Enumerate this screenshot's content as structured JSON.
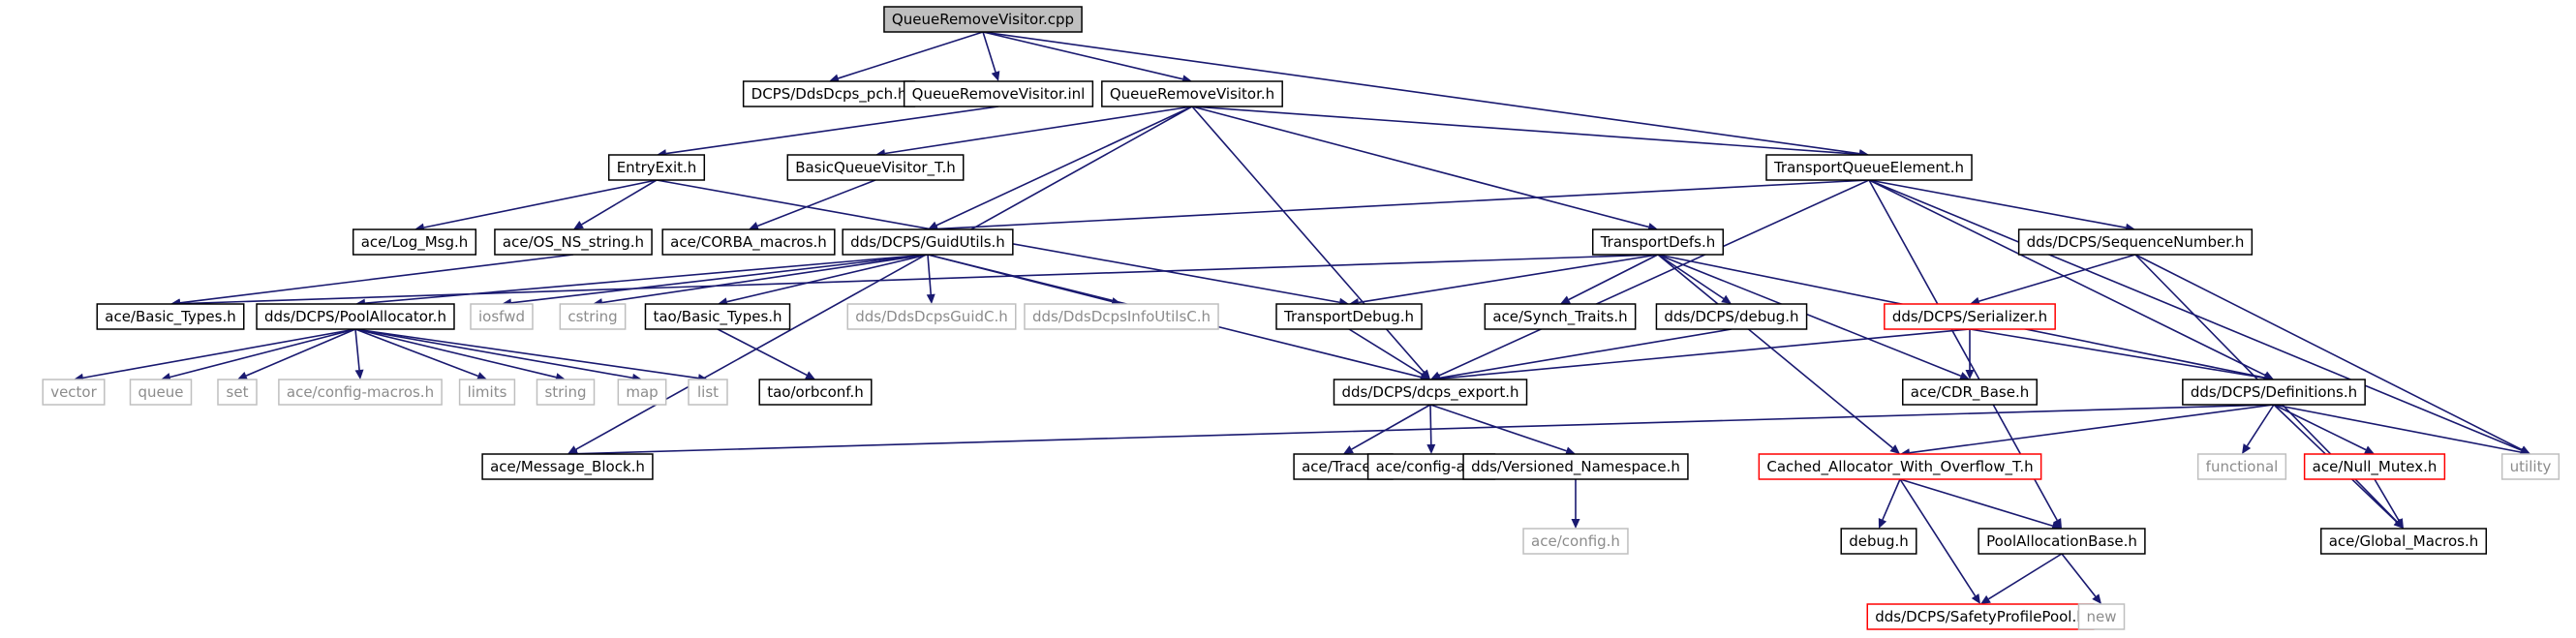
{
  "colors": {
    "edge": "#191970",
    "root_fill": "#bfbfbf",
    "node_border": "#000000",
    "missing_border": "#bfbfbf",
    "error_border": "#ff0000",
    "missing_text": "#8c8c8c"
  },
  "nodes": [
    {
      "id": "root",
      "label": "QueueRemoveVisitor.cpp",
      "kind": "root"
    },
    {
      "id": "pch",
      "label": "DCPS/DdsDcps_pch.h",
      "kind": "normal"
    },
    {
      "id": "qrv_inl",
      "label": "QueueRemoveVisitor.inl",
      "kind": "normal"
    },
    {
      "id": "qrv_h",
      "label": "QueueRemoveVisitor.h",
      "kind": "normal"
    },
    {
      "id": "entry",
      "label": "EntryExit.h",
      "kind": "normal"
    },
    {
      "id": "bqv",
      "label": "BasicQueueVisitor_T.h",
      "kind": "normal"
    },
    {
      "id": "tqe",
      "label": "TransportQueueElement.h",
      "kind": "normal"
    },
    {
      "id": "logmsg",
      "label": "ace/Log_Msg.h",
      "kind": "normal"
    },
    {
      "id": "osns",
      "label": "ace/OS_NS_string.h",
      "kind": "normal"
    },
    {
      "id": "corba",
      "label": "ace/CORBA_macros.h",
      "kind": "normal"
    },
    {
      "id": "guid",
      "label": "dds/DCPS/GuidUtils.h",
      "kind": "normal"
    },
    {
      "id": "tdefs",
      "label": "TransportDefs.h",
      "kind": "normal"
    },
    {
      "id": "seqnum",
      "label": "dds/DCPS/SequenceNumber.h",
      "kind": "normal"
    },
    {
      "id": "basic",
      "label": "ace/Basic_Types.h",
      "kind": "normal"
    },
    {
      "id": "pool",
      "label": "dds/DCPS/PoolAllocator.h",
      "kind": "normal"
    },
    {
      "id": "iosfwd",
      "label": "iosfwd",
      "kind": "missing"
    },
    {
      "id": "cstring",
      "label": "cstring",
      "kind": "missing"
    },
    {
      "id": "taobasic",
      "label": "tao/Basic_Types.h",
      "kind": "normal"
    },
    {
      "id": "guidc",
      "label": "dds/DdsDcpsGuidC.h",
      "kind": "missing"
    },
    {
      "id": "infoc",
      "label": "dds/DdsDcpsInfoUtilsC.h",
      "kind": "missing"
    },
    {
      "id": "tdebug",
      "label": "TransportDebug.h",
      "kind": "normal"
    },
    {
      "id": "synch",
      "label": "ace/Synch_Traits.h",
      "kind": "normal"
    },
    {
      "id": "ddsdebug",
      "label": "dds/DCPS/debug.h",
      "kind": "normal"
    },
    {
      "id": "serial",
      "label": "dds/DCPS/Serializer.h",
      "kind": "error"
    },
    {
      "id": "vector",
      "label": "vector",
      "kind": "missing"
    },
    {
      "id": "queue",
      "label": "queue",
      "kind": "missing"
    },
    {
      "id": "set",
      "label": "set",
      "kind": "missing"
    },
    {
      "id": "cfgmac",
      "label": "ace/config-macros.h",
      "kind": "missing"
    },
    {
      "id": "limits",
      "label": "limits",
      "kind": "missing"
    },
    {
      "id": "string",
      "label": "string",
      "kind": "missing"
    },
    {
      "id": "map",
      "label": "map",
      "kind": "missing"
    },
    {
      "id": "list",
      "label": "list",
      "kind": "missing"
    },
    {
      "id": "orbconf",
      "label": "tao/orbconf.h",
      "kind": "normal"
    },
    {
      "id": "export",
      "label": "dds/DCPS/dcps_export.h",
      "kind": "normal"
    },
    {
      "id": "cdr",
      "label": "ace/CDR_Base.h",
      "kind": "normal"
    },
    {
      "id": "defs",
      "label": "dds/DCPS/Definitions.h",
      "kind": "normal"
    },
    {
      "id": "msgblk",
      "label": "ace/Message_Block.h",
      "kind": "normal"
    },
    {
      "id": "trace",
      "label": "ace/Trace.h",
      "kind": "normal"
    },
    {
      "id": "cfgall",
      "label": "ace/config-all.h",
      "kind": "normal"
    },
    {
      "id": "verns",
      "label": "dds/Versioned_Namespace.h",
      "kind": "normal"
    },
    {
      "id": "cawo",
      "label": "Cached_Allocator_With_Overflow_T.h",
      "kind": "error"
    },
    {
      "id": "functional",
      "label": "functional",
      "kind": "missing"
    },
    {
      "id": "nullmutex",
      "label": "ace/Null_Mutex.h",
      "kind": "error"
    },
    {
      "id": "utility",
      "label": "utility",
      "kind": "missing"
    },
    {
      "id": "cfg",
      "label": "ace/config.h",
      "kind": "missing"
    },
    {
      "id": "debugh",
      "label": "debug.h",
      "kind": "normal"
    },
    {
      "id": "pab",
      "label": "PoolAllocationBase.h",
      "kind": "normal"
    },
    {
      "id": "glob",
      "label": "ace/Global_Macros.h",
      "kind": "normal"
    },
    {
      "id": "sppool",
      "label": "dds/DCPS/SafetyProfilePool.h",
      "kind": "error"
    },
    {
      "id": "new",
      "label": "new",
      "kind": "missing"
    }
  ],
  "edges": [
    [
      "root",
      "pch"
    ],
    [
      "root",
      "qrv_inl"
    ],
    [
      "root",
      "qrv_h"
    ],
    [
      "root",
      "tqe"
    ],
    [
      "qrv_inl",
      "entry"
    ],
    [
      "qrv_h",
      "bqv"
    ],
    [
      "qrv_h",
      "tqe"
    ],
    [
      "qrv_h",
      "guid"
    ],
    [
      "qrv_h",
      "tdefs"
    ],
    [
      "qrv_h",
      "export"
    ],
    [
      "qrv_h",
      "msgblk"
    ],
    [
      "entry",
      "logmsg"
    ],
    [
      "entry",
      "osns"
    ],
    [
      "entry",
      "tdebug"
    ],
    [
      "bqv",
      "corba"
    ],
    [
      "osns",
      "basic"
    ],
    [
      "tqe",
      "guid"
    ],
    [
      "tqe",
      "seqnum"
    ],
    [
      "tqe",
      "export"
    ],
    [
      "tqe",
      "defs"
    ],
    [
      "tqe",
      "pab"
    ],
    [
      "tqe",
      "utility"
    ],
    [
      "guid",
      "pool"
    ],
    [
      "guid",
      "iosfwd"
    ],
    [
      "guid",
      "cstring"
    ],
    [
      "guid",
      "taobasic"
    ],
    [
      "guid",
      "guidc"
    ],
    [
      "guid",
      "infoc"
    ],
    [
      "guid",
      "export"
    ],
    [
      "tdefs",
      "basic"
    ],
    [
      "tdefs",
      "tdebug"
    ],
    [
      "tdefs",
      "synch"
    ],
    [
      "tdefs",
      "ddsdebug"
    ],
    [
      "tdefs",
      "cdr"
    ],
    [
      "tdefs",
      "defs"
    ],
    [
      "tdefs",
      "cawo"
    ],
    [
      "seqnum",
      "serial"
    ],
    [
      "seqnum",
      "glob"
    ],
    [
      "seqnum",
      "utility"
    ],
    [
      "pool",
      "vector"
    ],
    [
      "pool",
      "queue"
    ],
    [
      "pool",
      "set"
    ],
    [
      "pool",
      "cfgmac"
    ],
    [
      "pool",
      "limits"
    ],
    [
      "pool",
      "string"
    ],
    [
      "pool",
      "map"
    ],
    [
      "pool",
      "list"
    ],
    [
      "taobasic",
      "orbconf"
    ],
    [
      "tdebug",
      "export"
    ],
    [
      "ddsdebug",
      "export"
    ],
    [
      "serial",
      "export"
    ],
    [
      "serial",
      "cdr"
    ],
    [
      "serial",
      "defs"
    ],
    [
      "export",
      "trace"
    ],
    [
      "export",
      "cfgall"
    ],
    [
      "export",
      "verns"
    ],
    [
      "defs",
      "msgblk"
    ],
    [
      "defs",
      "cawo"
    ],
    [
      "defs",
      "functional"
    ],
    [
      "defs",
      "nullmutex"
    ],
    [
      "defs",
      "glob"
    ],
    [
      "defs",
      "utility"
    ],
    [
      "verns",
      "cfg"
    ],
    [
      "cawo",
      "debugh"
    ],
    [
      "cawo",
      "pab"
    ],
    [
      "cawo",
      "sppool"
    ],
    [
      "nullmutex",
      "glob"
    ],
    [
      "pab",
      "sppool"
    ],
    [
      "pab",
      "new"
    ]
  ]
}
